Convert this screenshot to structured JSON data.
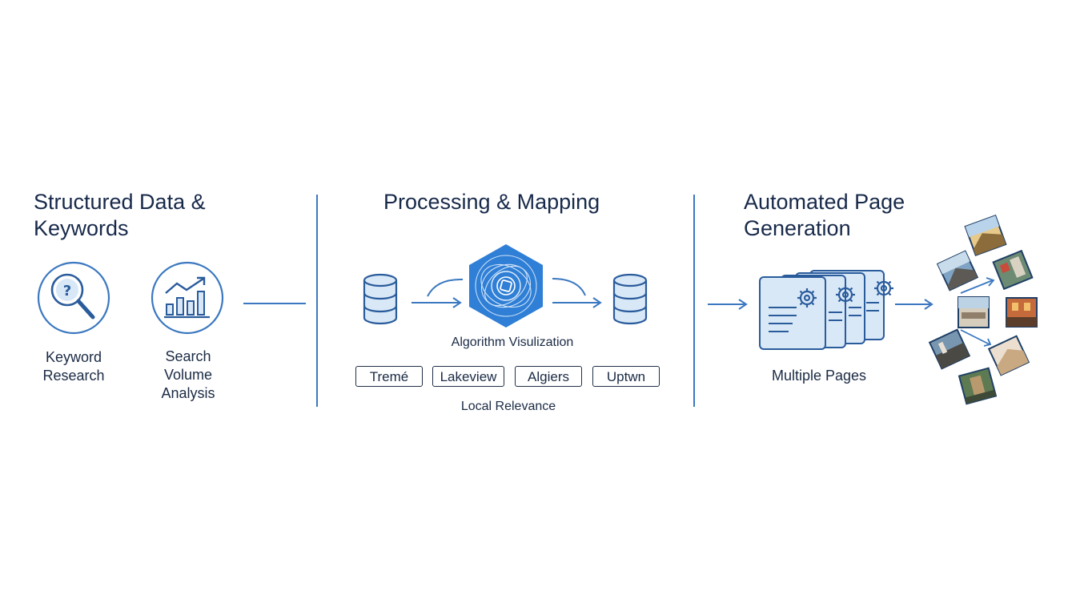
{
  "colors": {
    "accent": "#3b78c0",
    "text": "#17294a",
    "fill_light": "#d9e8f7",
    "hex_fill": "#2f7fd6"
  },
  "sections": {
    "structured": {
      "title_line1": "Structured Data &",
      "title_line2": "Keywords",
      "items": [
        {
          "icon": "magnifier-question-icon",
          "line1": "Keyword",
          "line2": "Research",
          "line3": ""
        },
        {
          "icon": "bar-chart-trend-icon",
          "line1": "Search",
          "line2": "Volume",
          "line3": "Analysis"
        }
      ]
    },
    "processing": {
      "title": "Processing & Mapping",
      "algorithm_label": "Algorithm Visulization",
      "tags": [
        "Tremé",
        "Lakeview",
        "Algiers",
        "Uptwn"
      ],
      "relevance_label": "Local Relevance"
    },
    "generation": {
      "title_line1": "Automated Page",
      "title_line2": "Generation",
      "pages_label": "Multiple Pages"
    }
  }
}
